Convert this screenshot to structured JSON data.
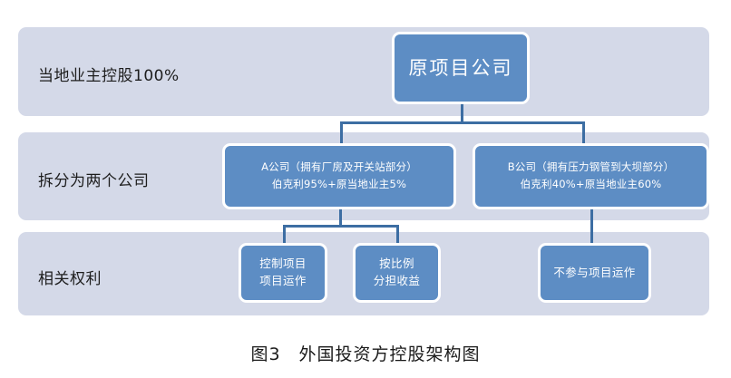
{
  "figure": {
    "caption": "图3　外国投资方控股架构图",
    "colors": {
      "band": "#d4d9e8",
      "node": "#5d8dc4",
      "connector": "#3d6ea3",
      "node_text": "#ffffff",
      "label_text": "#1d1d1d",
      "background": "#ffffff"
    }
  },
  "rows": [
    {
      "label": "当地业主控股100%"
    },
    {
      "label": "拆分为两个公司"
    },
    {
      "label": "相关权利"
    }
  ],
  "nodes": {
    "root": {
      "text": "原项目公司"
    },
    "company_a": {
      "line1": "A公司（拥有厂房及开关站部分）",
      "line2": "伯克利95%+原当地业主5%"
    },
    "company_b": {
      "line1": "B公司（拥有压力钢管到大坝部分）",
      "line2": "伯克利40%+原当地业主60%"
    },
    "right_a1": {
      "line1": "控制项目",
      "line2": "项目运作"
    },
    "right_a2": {
      "line1": "按比例",
      "line2": "分担收益"
    },
    "right_b1": {
      "line1": "不参与项目运作"
    }
  }
}
